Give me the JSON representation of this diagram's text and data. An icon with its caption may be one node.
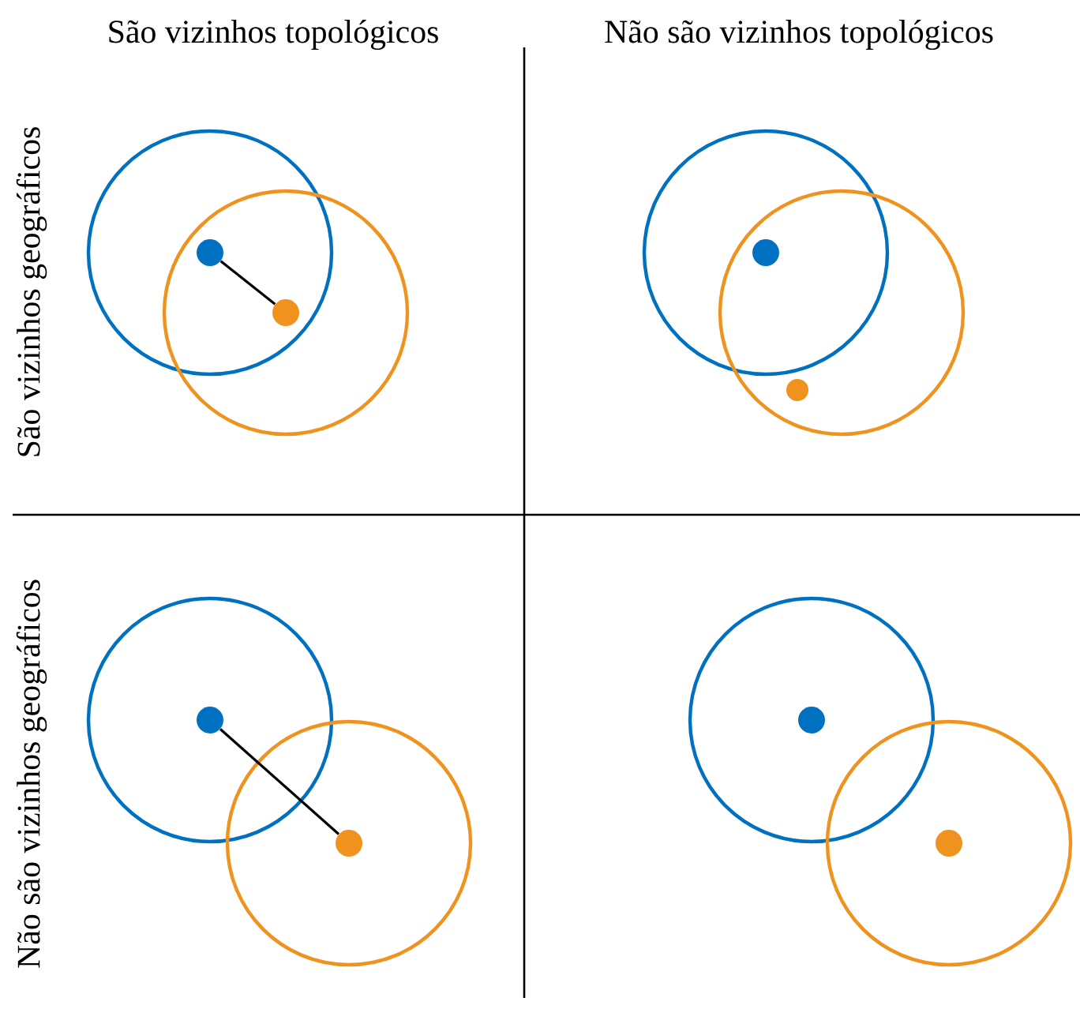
{
  "diagram": {
    "nodes": [
      {
        "text": [],
        "shape": "circle"
      },
      {
        "text": [],
        "shape": "circle"
      },
      {
        "text": [],
        "shape": "circle"
      },
      {
        "text": [],
        "shape": "circle"
      },
      {
        "text": [],
        "shape": "circle"
      },
      {
        "text": [],
        "shape": "circle"
      },
      {
        "text": [],
        "shape": "circle"
      },
      {
        "text": [],
        "shape": "circle"
      }
    ],
    "edges": [
      {
        "from": 0,
        "to": 1,
        "arrow": "none"
      },
      {
        "from": 4,
        "to": 5,
        "arrow": "none"
      }
    ],
    "labels": [
      "São vizinhos topológicos",
      "Não são vizinhos topológicos",
      "São vizinhos geográficos",
      "Não são vizinhos geográficos"
    ]
  }
}
